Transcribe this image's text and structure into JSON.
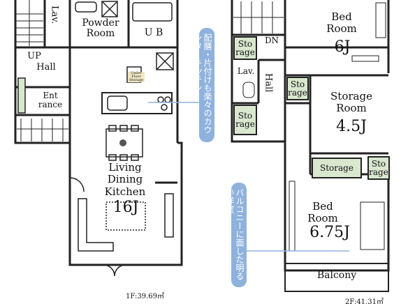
{
  "floor1": {
    "area": "1F:39.69㎡",
    "rooms": {
      "lav": "Lav.",
      "powder_room_line1": "Powder",
      "powder_room_line2": "Room",
      "ub": "U B",
      "up": "UP",
      "hall": "Hall",
      "entrance_line1": "Ent",
      "entrance_line2": "rance",
      "ldk_line1": "Living",
      "ldk_line2": "Dining",
      "ldk_line3": "Kitchen",
      "ldk_size": "16J",
      "underfloor": "Under Floor Storage"
    },
    "callout": "配膳・片付けも楽々のカウンターキッチン"
  },
  "floor2": {
    "area": "2F:41.31㎡",
    "rooms": {
      "bed1_line1": "Bed",
      "bed1_line2": "Room",
      "bed1_size": "6J",
      "dn": "DN",
      "storage_a": "Sto rage",
      "lav": "Lav.",
      "hall": "Hall",
      "storage_b": "Sto rage",
      "storage_c": "Sto rage",
      "storage_room_line1": "Storage",
      "storage_room_line2": "Room",
      "storage_room_size": "4.5J",
      "storage_d": "Storage",
      "storage_e": "Sto rage",
      "bed2_line1": "Bed",
      "bed2_line2": "Room",
      "bed2_size": "6.75J",
      "balcony": "Balcony"
    },
    "callout": "バルコニーに面した明るい洋室"
  },
  "colors": {
    "accent_blue": "#8fb2dd",
    "storage_green": "#d9e7cf",
    "wall": "#222222"
  }
}
